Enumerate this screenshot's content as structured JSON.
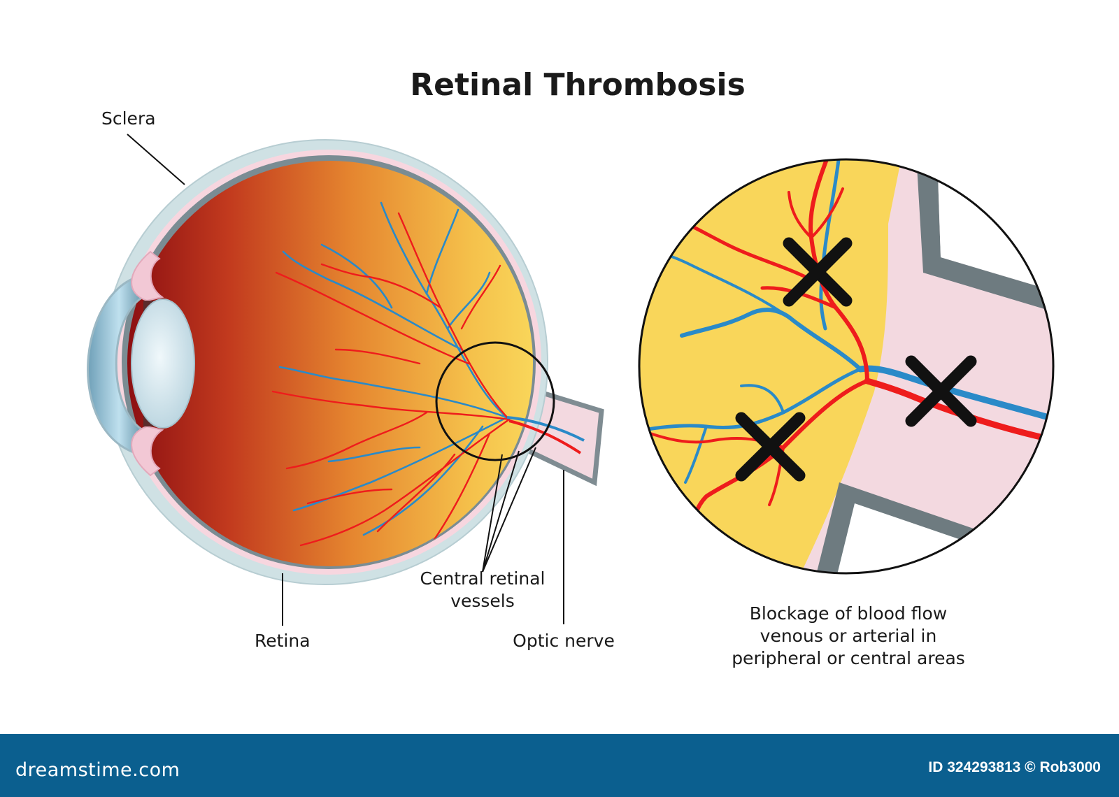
{
  "title": "Retinal Thrombosis",
  "labels": {
    "sclera": "Sclera",
    "retina": "Retina",
    "vessels_line1": "Central retinal",
    "vessels_line2": "vessels",
    "optic_nerve": "Optic nerve"
  },
  "caption": {
    "line1": "Blockage of blood flow",
    "line2": "venous or arterial in",
    "line3": "peripheral or central areas"
  },
  "footer": {
    "brand": "dreamstime.com",
    "id_text": "ID 324293813 © Rob3000"
  },
  "colors": {
    "artery": "#ee1c1c",
    "vein": "#2a8ac8",
    "retina_yellow": "#f9d65a",
    "sclera_pink": "#f7d6df",
    "footer_bg": "#0b5f8f"
  }
}
